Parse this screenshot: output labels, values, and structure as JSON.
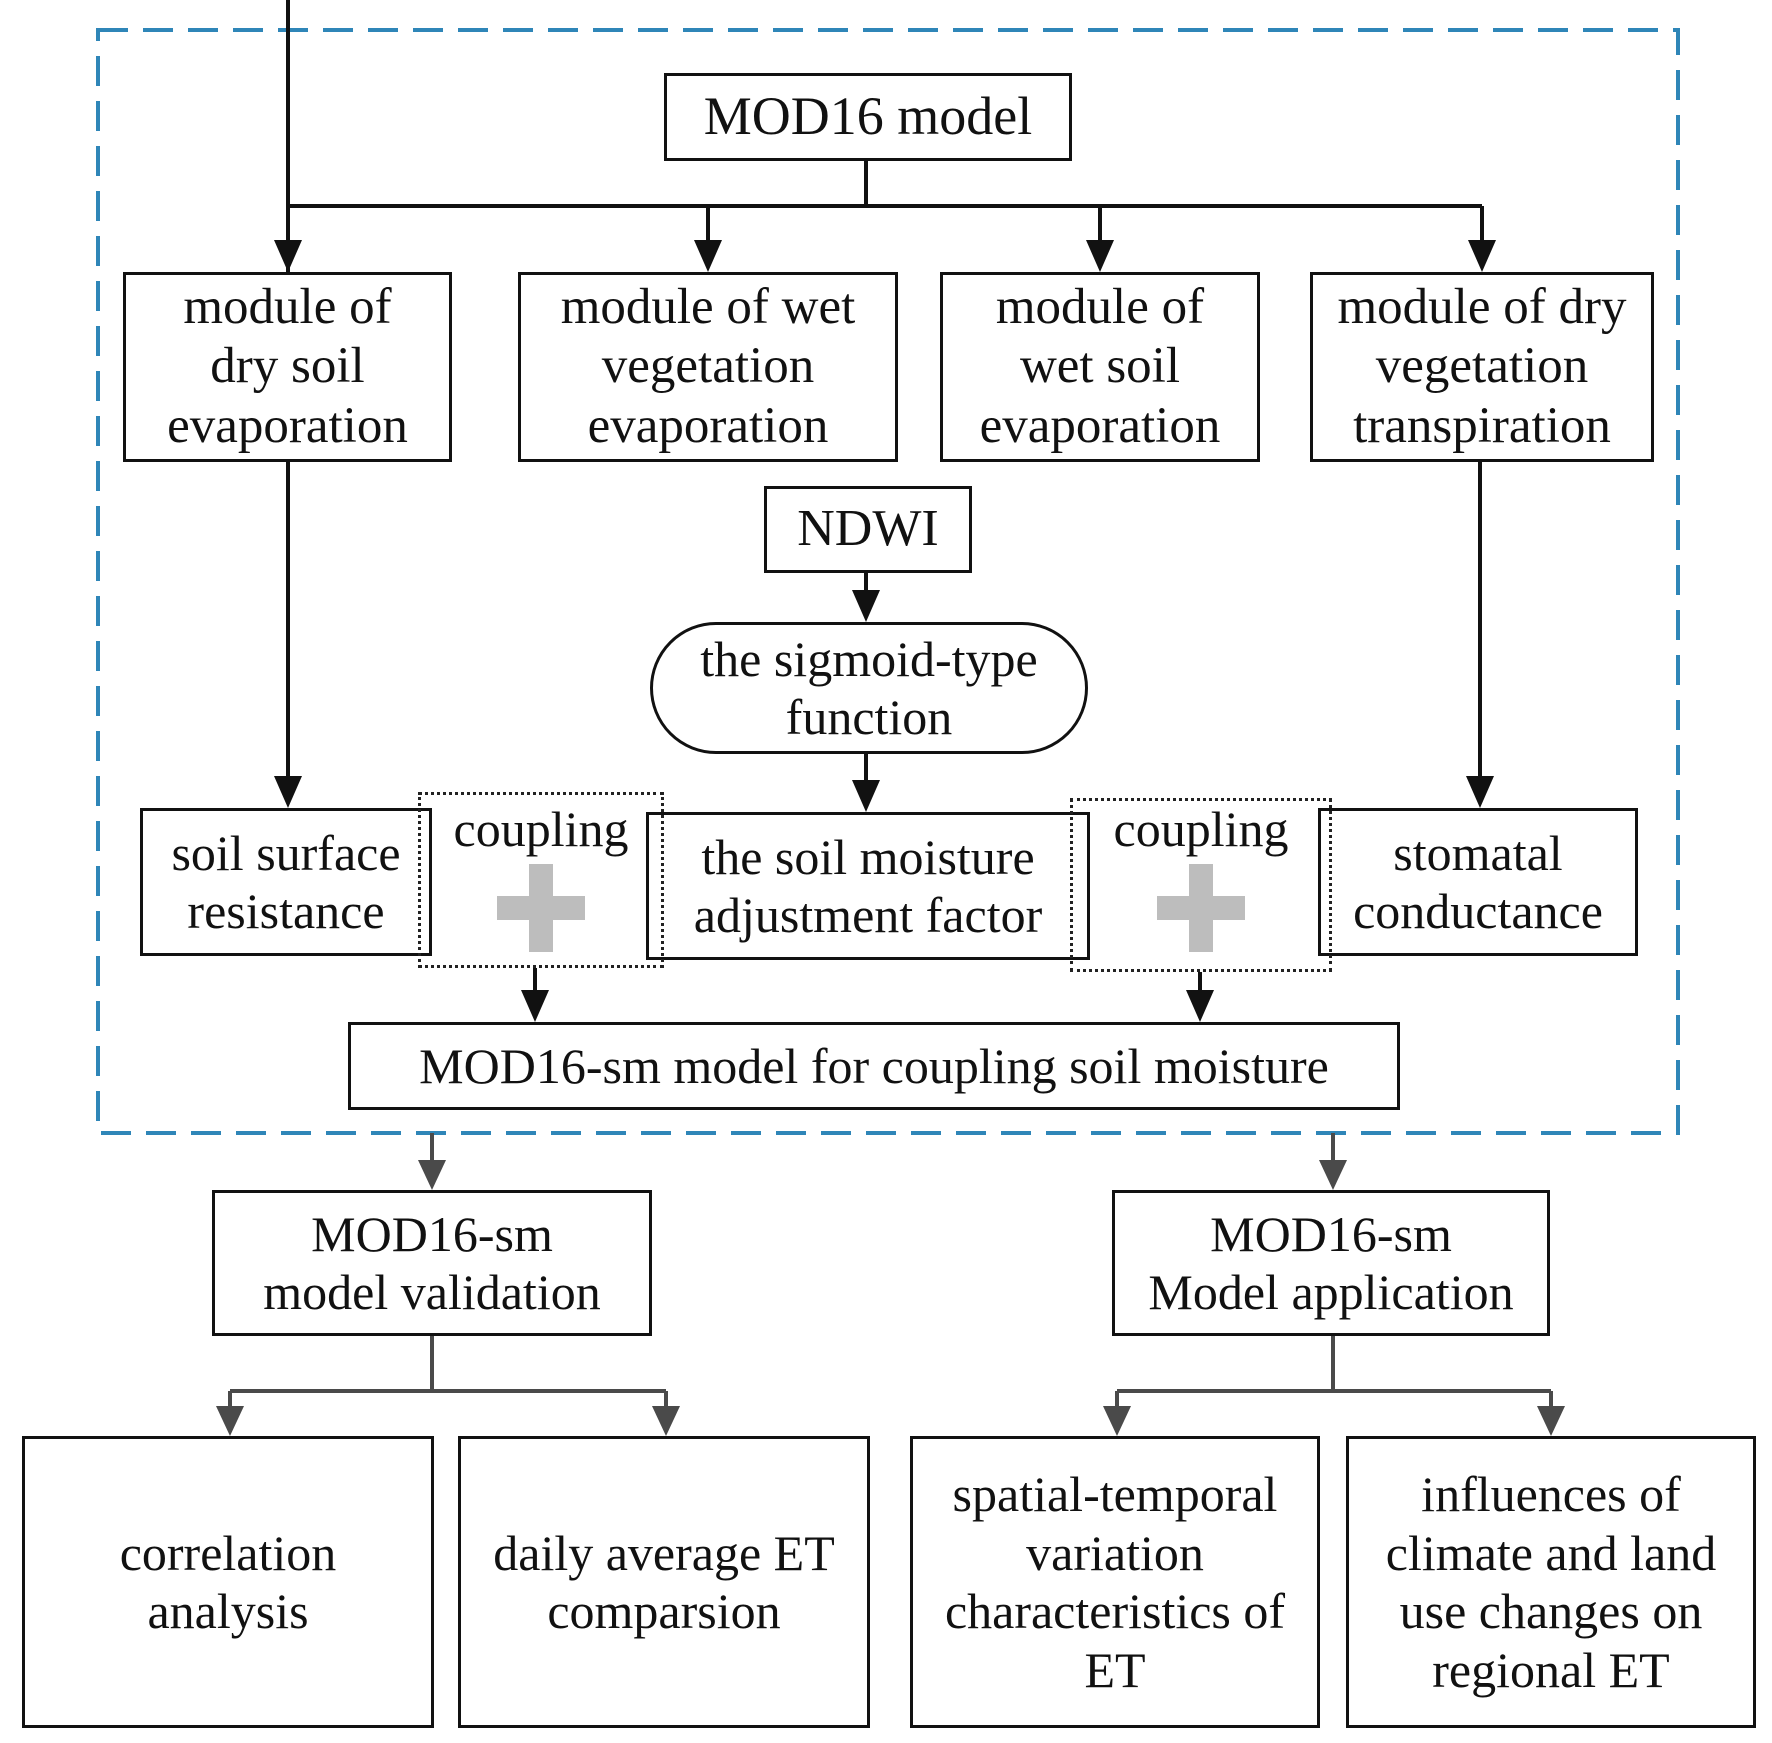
{
  "nodes": {
    "mod16_model": "MOD16 model",
    "dry_soil_evap": "module of\ndry soil\nevaporation",
    "wet_veg_evap": "module of  wet\nvegetation\nevaporation",
    "wet_soil_evap": "module of\nwet soil\nevaporation",
    "dry_veg_transp": "module of dry\nvegetation\ntranspiration",
    "ndwi": "NDWI",
    "sigmoid_function": "the sigmoid-type\nfunction",
    "soil_surface_resistance": "soil surface\nresistance",
    "soil_moisture_factor": "the soil moisture\nadjustment factor",
    "stomatal_conductance": "stomatal\nconductance",
    "coupling_left": "coupling",
    "coupling_right": "coupling",
    "mod16_sm": "MOD16-sm model for coupling soil moisture",
    "validation": "MOD16-sm\nmodel validation",
    "application": "MOD16-sm\nModel application",
    "correlation": "correlation\nanalysis",
    "daily_et": "daily average ET\ncomparsion",
    "spatial_temporal": "spatial-temporal\nvariation\ncharacteristics of\nET",
    "influences": "influences of\nclimate and land\nuse changes on\nregional ET"
  },
  "colors": {
    "frame_dash": "#2f86b8",
    "arrow_dark": "#111111",
    "arrow_gray": "#4a4a4a",
    "plus_gray": "#bdbdbd"
  }
}
